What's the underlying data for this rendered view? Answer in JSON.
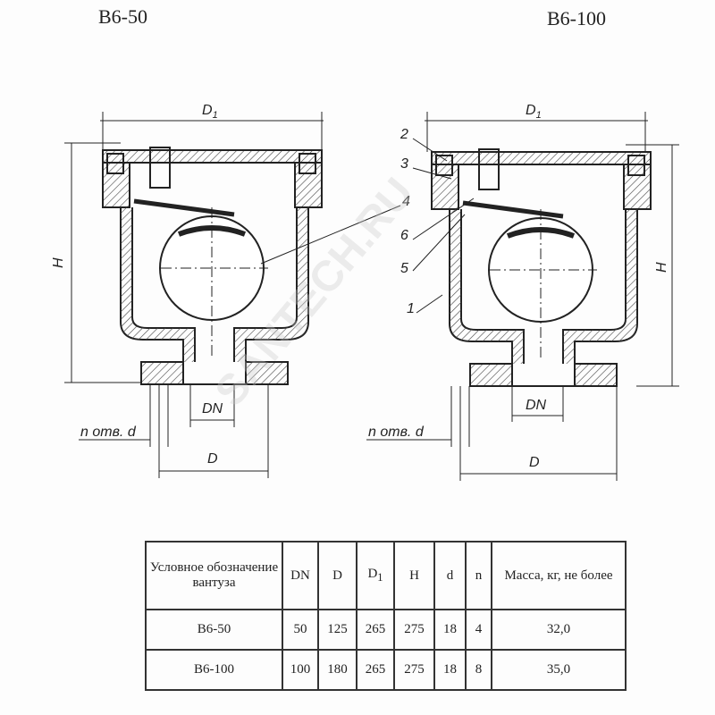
{
  "titles": {
    "left": "В6-50",
    "right": "В6-100"
  },
  "dimensions": {
    "d1": "D",
    "d1_sub": "1",
    "h": "H",
    "dn": "DN",
    "d": "D",
    "holes": "n отв. d"
  },
  "callouts": [
    "1",
    "2",
    "3",
    "4",
    "5",
    "6"
  ],
  "watermark": "SANTECH.RU",
  "table": {
    "headers": [
      "Условное обозначение вантуза",
      "DN",
      "D",
      "D",
      "H",
      "d",
      "n",
      "Масса, кг, не более"
    ],
    "d1_sub": "1",
    "rows": [
      [
        "В6-50",
        "50",
        "125",
        "265",
        "275",
        "18",
        "4",
        "32,0"
      ],
      [
        "В6-100",
        "100",
        "180",
        "265",
        "275",
        "18",
        "8",
        "35,0"
      ]
    ]
  }
}
